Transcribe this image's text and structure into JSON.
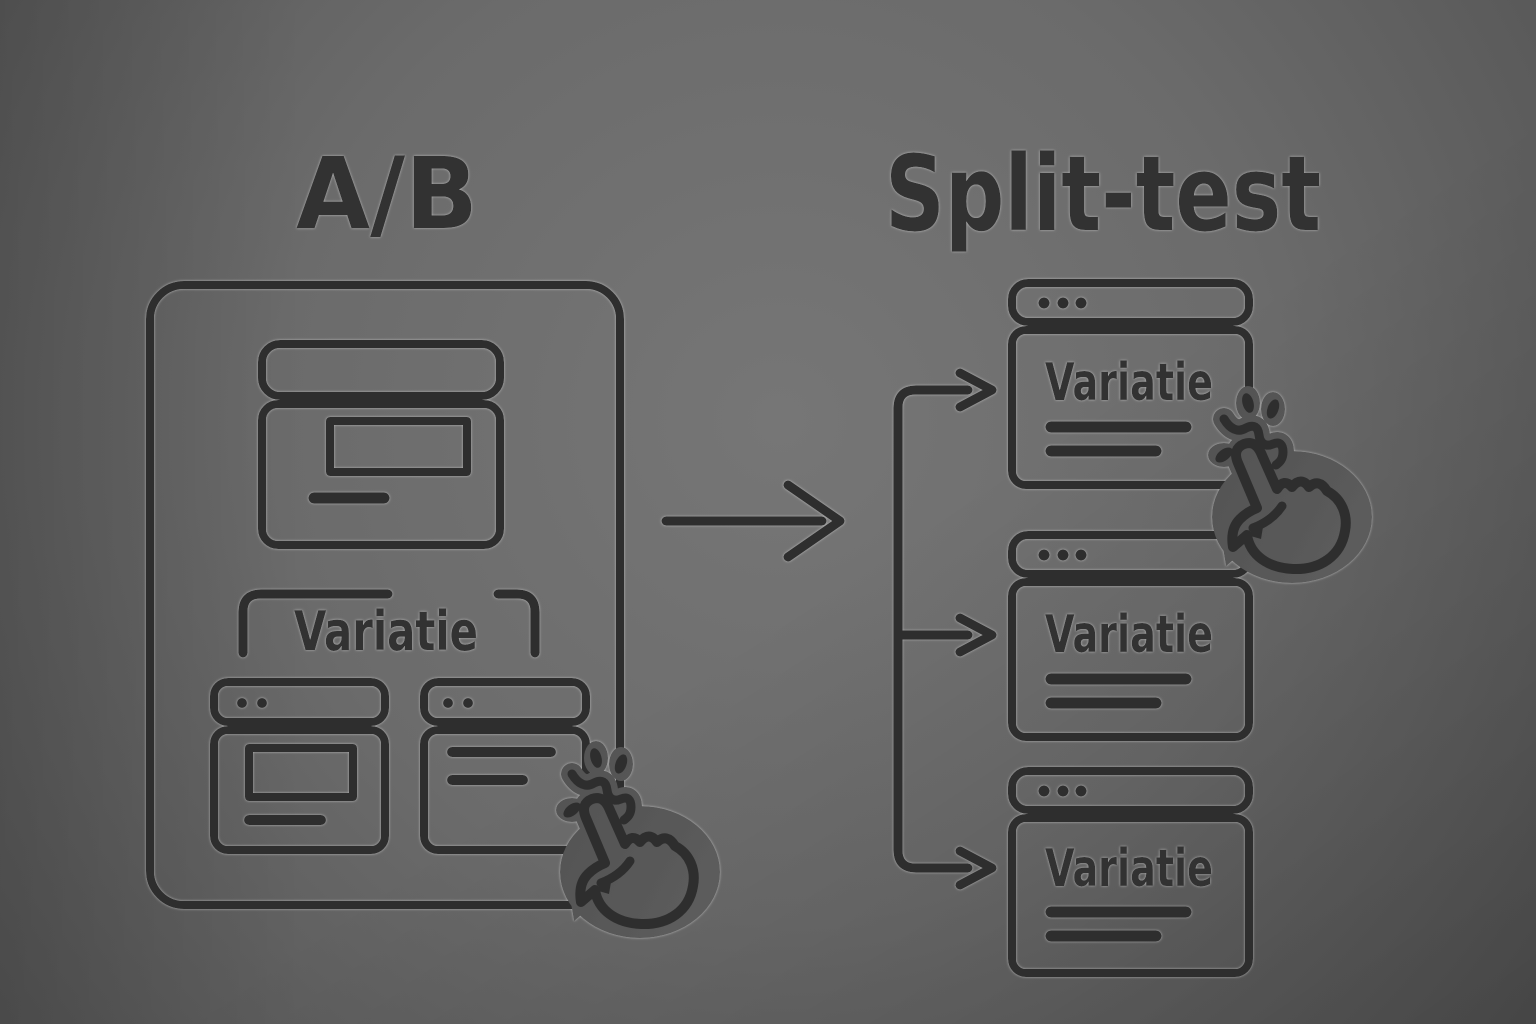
{
  "diagram": {
    "subject": "ab-split-test-illustration",
    "left_panel": {
      "title": "A/B",
      "bracket_label": "Variatie",
      "original_window": "browser-window-original",
      "variant_windows": [
        "browser-window-variant-a",
        "browser-window-variant-b"
      ],
      "cursor": "tap-hand-icon"
    },
    "flow": {
      "arrow": "right-arrow"
    },
    "right_panel": {
      "title": "Split-test",
      "variations": [
        {
          "label": "Variatie"
        },
        {
          "label": "Variatie"
        },
        {
          "label": "Variatie"
        }
      ],
      "cursor": "tap-hand-icon"
    },
    "colors": {
      "line": "#2f2f2f",
      "text": "#303030",
      "halo": "#ffffff",
      "bg_center": "#767676",
      "bg_mid": "#696969",
      "bg_edge": "#525252"
    }
  }
}
